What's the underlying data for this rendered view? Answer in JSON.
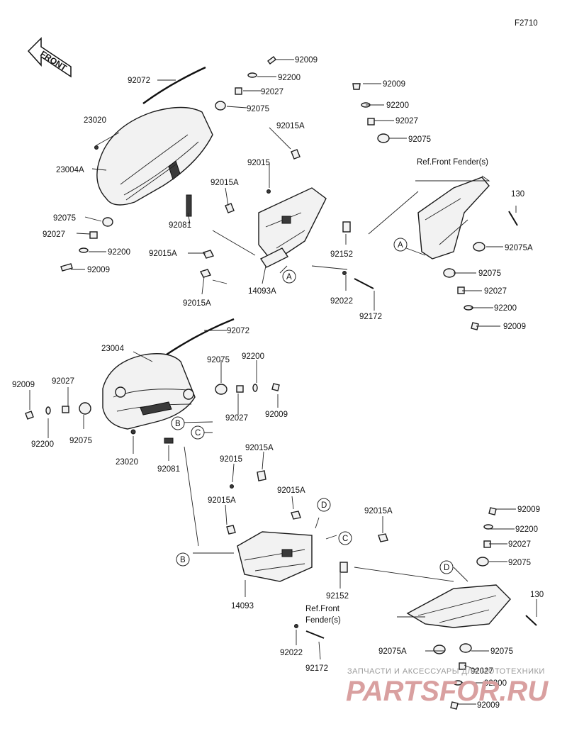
{
  "figure_code": "F2710",
  "front_label": "FRONT",
  "ref_front_fender_top": "Ref.Front Fender(s)",
  "ref_front_fender_bottom_1": "Ref.Front",
  "ref_front_fender_bottom_2": "Fender(s)",
  "callouts": [
    "A",
    "A",
    "B",
    "B",
    "C",
    "C",
    "D",
    "D"
  ],
  "watermark": {
    "top": "ЗАПЧАСТИ И АКСЕССУАРЫ ДЛЯ МОТОТЕХНИКИ",
    "main": "PARTSFOR.RU",
    "color": "#d9a0a0"
  },
  "labels": [
    "92009",
    "92200",
    "92027",
    "92075",
    "92072",
    "23020",
    "23004A",
    "92015A",
    "92015",
    "92015A",
    "92075",
    "92081",
    "92027",
    "92200",
    "92015A",
    "92009",
    "14093A",
    "92015A",
    "92152",
    "92022",
    "92172",
    "92009",
    "92200",
    "92027",
    "92075",
    "130",
    "92075A",
    "92075",
    "92027",
    "92200",
    "92009",
    "92072",
    "23004",
    "92075",
    "92200",
    "92009",
    "92027",
    "92027",
    "92200",
    "92075",
    "92009",
    "23020",
    "92081",
    "92015A",
    "92015",
    "92015A",
    "92015A",
    "92015A",
    "14093",
    "92152",
    "92022",
    "92172",
    "92009",
    "92200",
    "92027",
    "92075",
    "130",
    "92075A",
    "92075",
    "92027",
    "92200",
    "92009"
  ]
}
